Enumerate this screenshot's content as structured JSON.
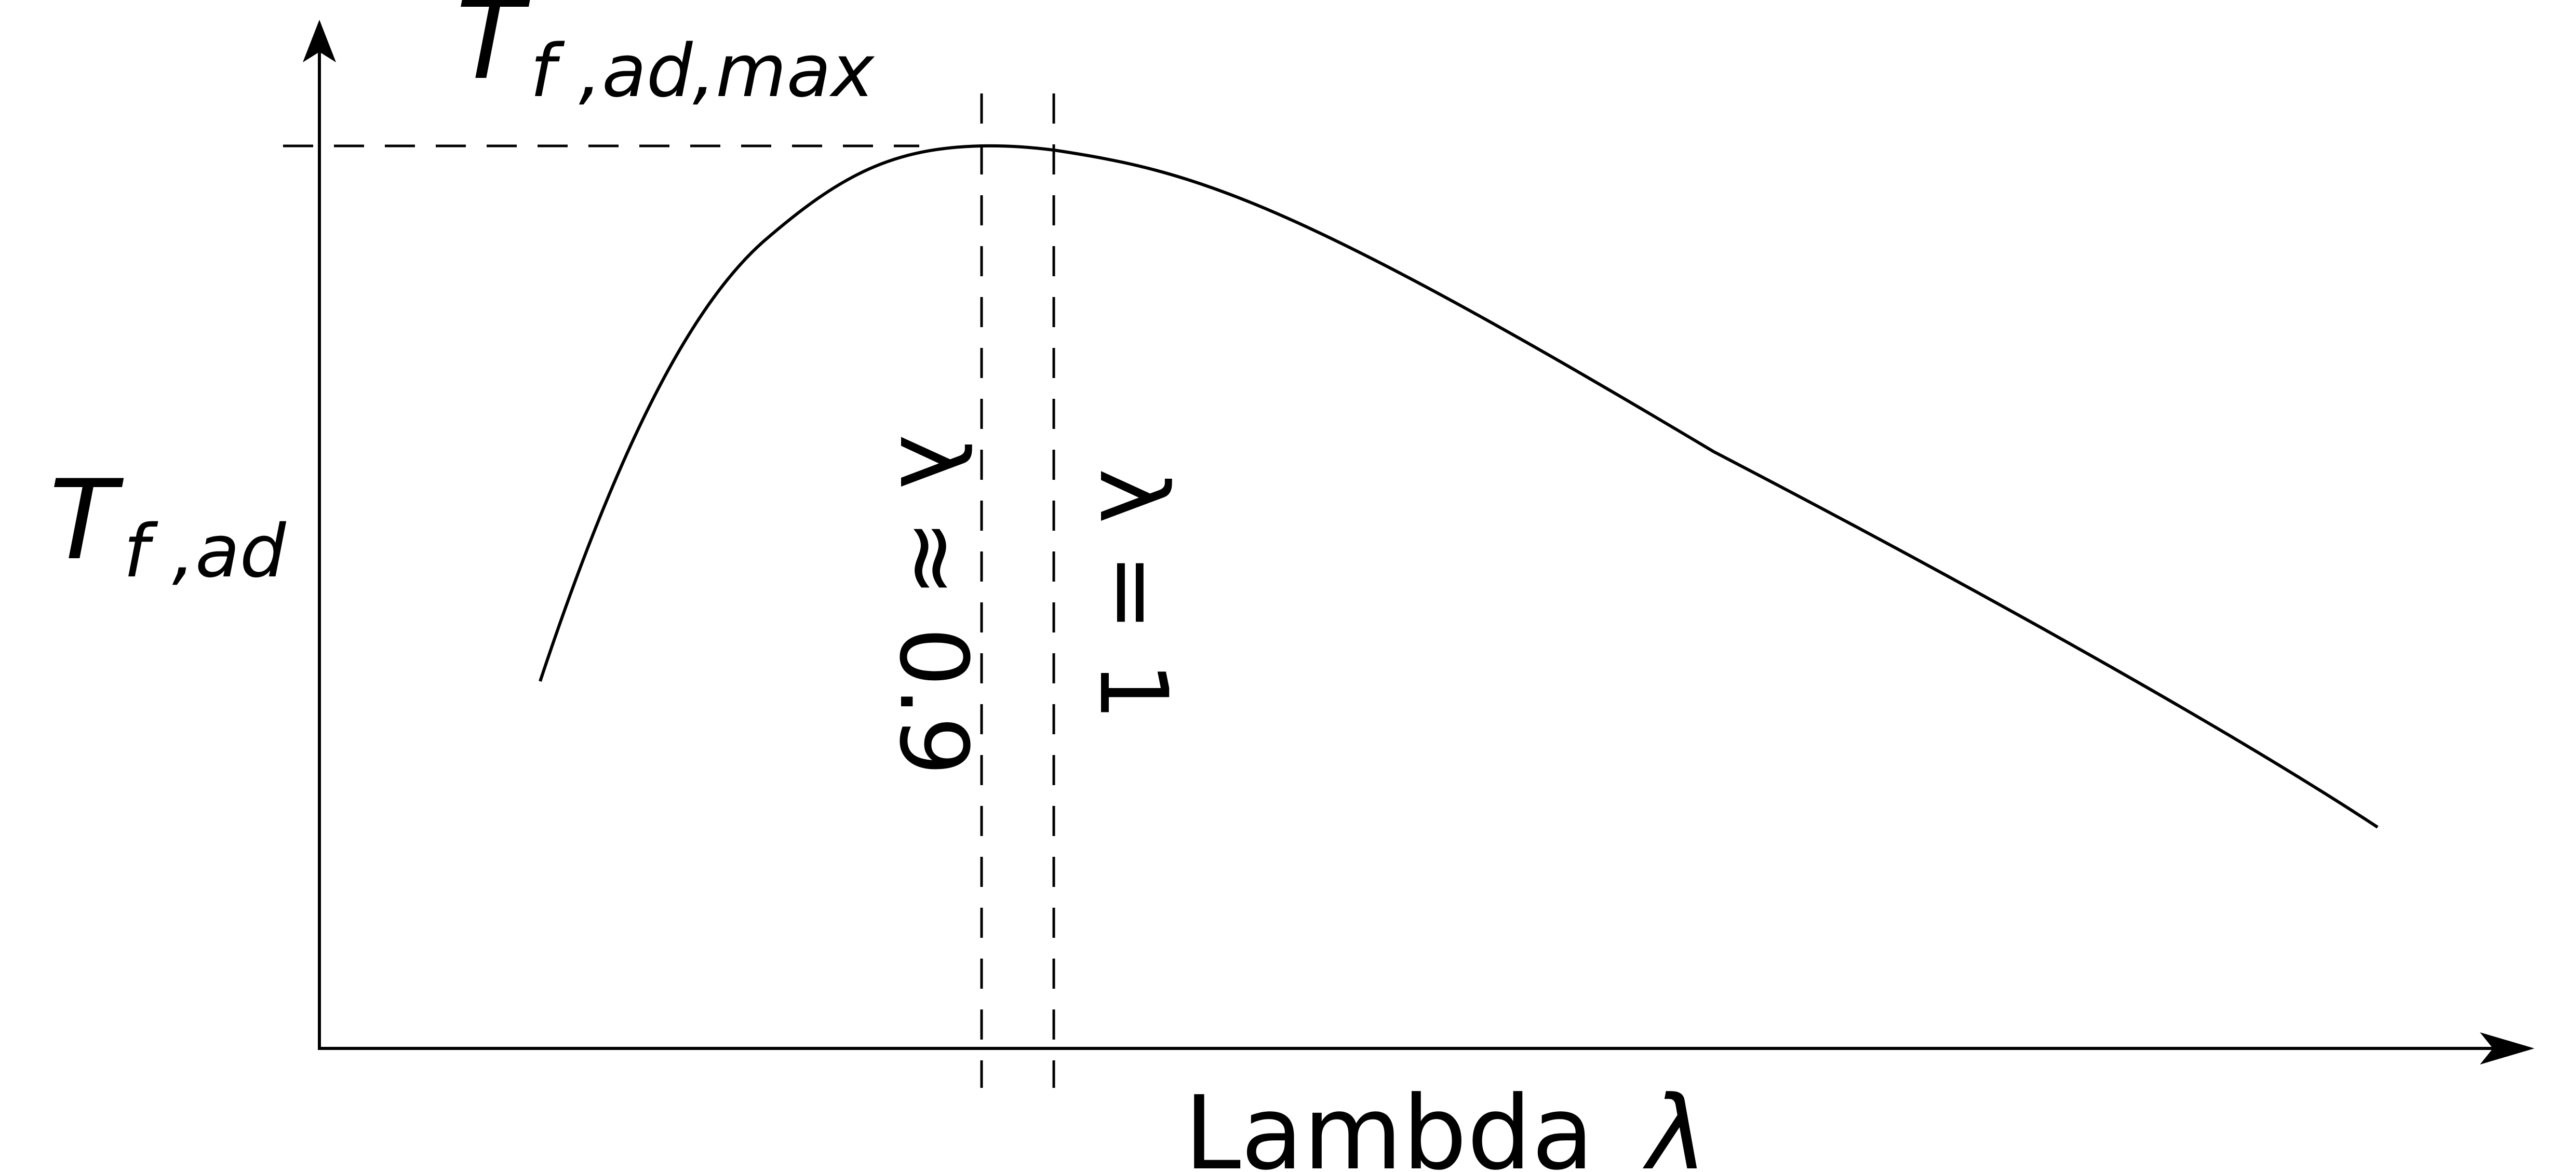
{
  "y_axis_label": {
    "symbol": "T",
    "subscript": "f ,ad"
  },
  "peak_label": {
    "symbol": "T",
    "subscript": "f ,ad,max"
  },
  "x_axis_label": {
    "text": "Lambda",
    "symbol": "λ"
  },
  "annotations": [
    {
      "id": "approx-0.9",
      "text": "λ ≈ 0.9",
      "lambda": 0.9
    },
    {
      "id": "equals-1",
      "text": "λ = 1",
      "lambda": 1
    }
  ]
}
